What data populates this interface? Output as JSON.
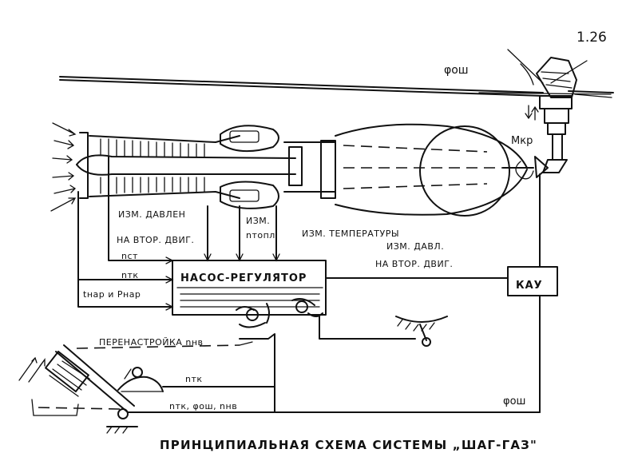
{
  "figure_number": "1.26",
  "caption": "ПРИНЦИПИАЛЬНАЯ  СХЕМА  СИСТЕМЫ „ШАГ-ГАЗ\"",
  "labels": {
    "phi_osh_top": "φош",
    "m_kr": "Мкр",
    "izm_davlen": "ИЗМ. ДАВЛЕН",
    "na_vtor_dvig": "НА ВТОР. ДВИГ.",
    "izm": "ИЗМ.",
    "n_topl": "nтопл",
    "izm_temperatury": "ИЗМ. ТЕМПЕРАТУРЫ",
    "izm_davl": "ИЗМ. ДАВЛ.",
    "na_vtor_dvig_right": "НА ВТОР. ДВИГ.",
    "n_st": "nст",
    "n_tk_left": "nтк",
    "t_nar_p_nar": "tнар и Рнар",
    "pump_regulator": "НАСОС-РЕГУЛЯТОР",
    "kau": "КАУ",
    "perenastroyka": "ПЕРЕНАСТРОЙКА nнв",
    "n_tk_mid": "nтк",
    "n_tk_phi_nv": "nтк, φош, nнв",
    "phi_osh_bottom": "φош"
  }
}
